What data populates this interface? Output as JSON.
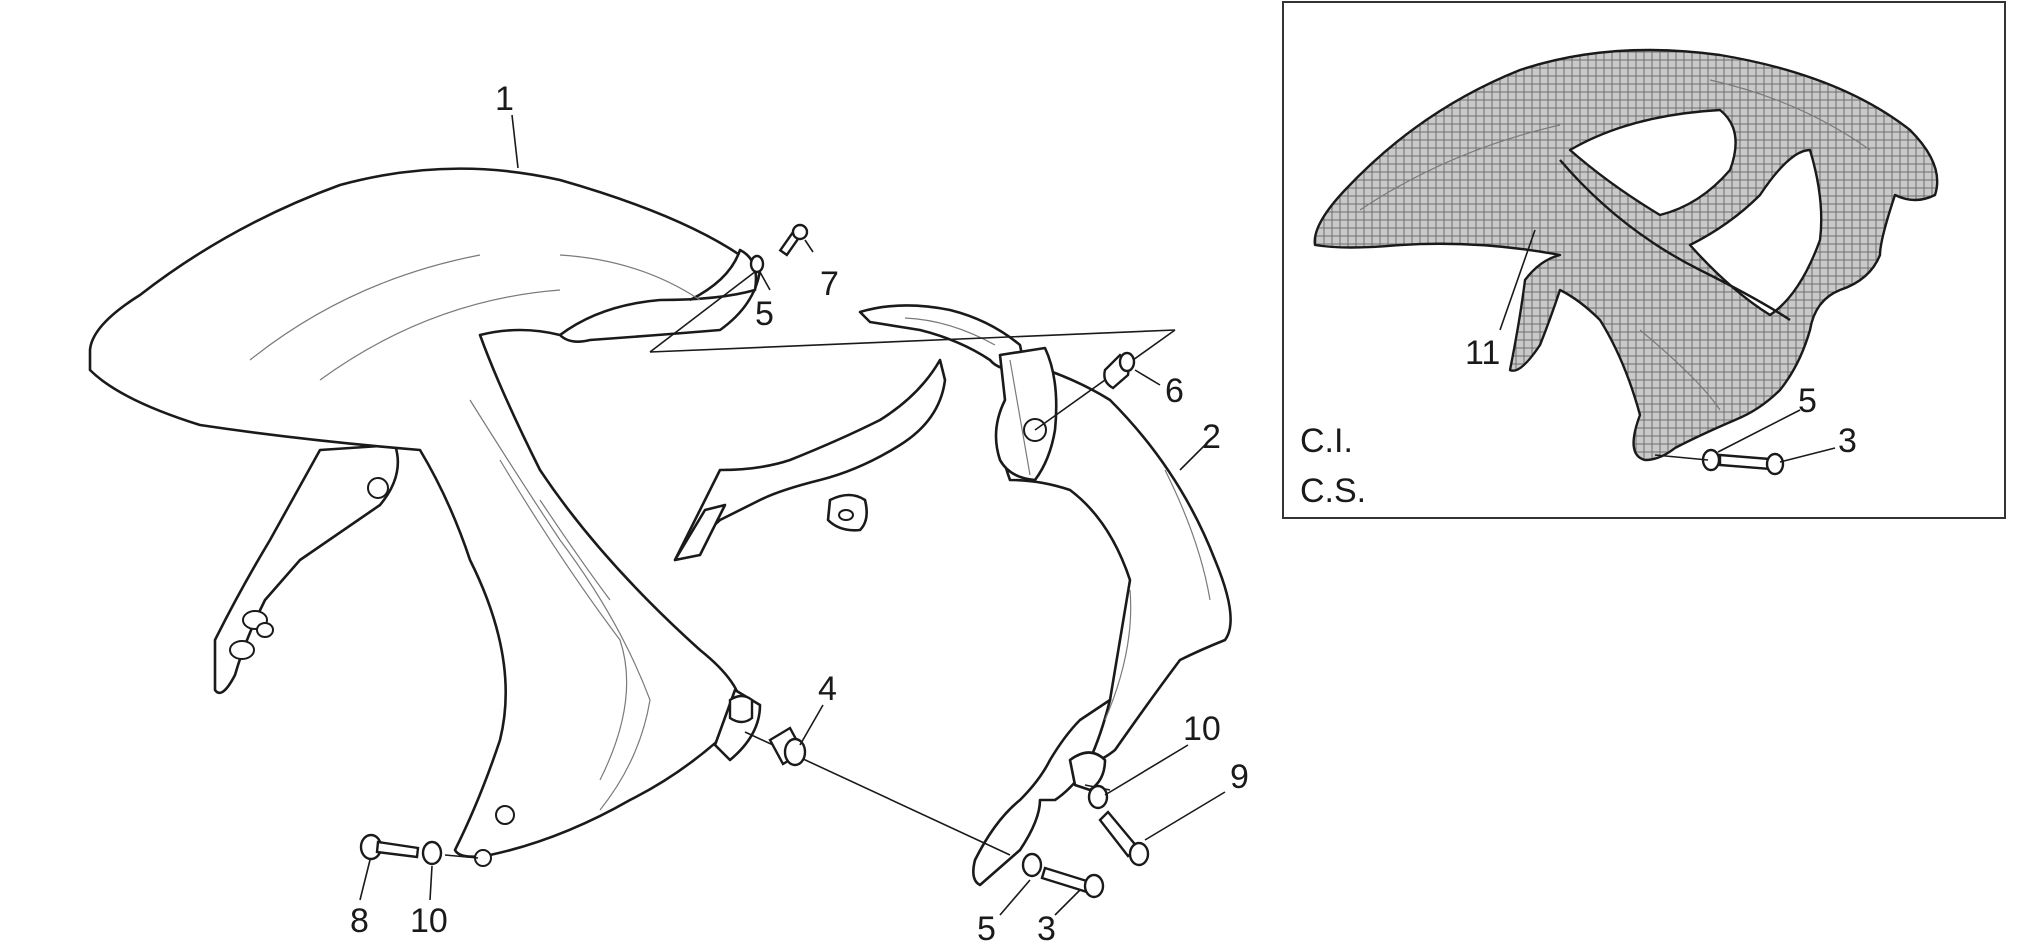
{
  "diagram": {
    "callouts": {
      "c1": "1",
      "c2": "2",
      "c3a": "3",
      "c4": "4",
      "c5a": "5",
      "c5b": "5",
      "c6": "6",
      "c7": "7",
      "c8": "8",
      "c9": "9",
      "c10a": "10",
      "c10b": "10"
    },
    "inset": {
      "callout_11": "11",
      "callout_5": "5",
      "callout_3": "3",
      "note_line1": "C.I.",
      "note_line2": "C.S."
    }
  }
}
